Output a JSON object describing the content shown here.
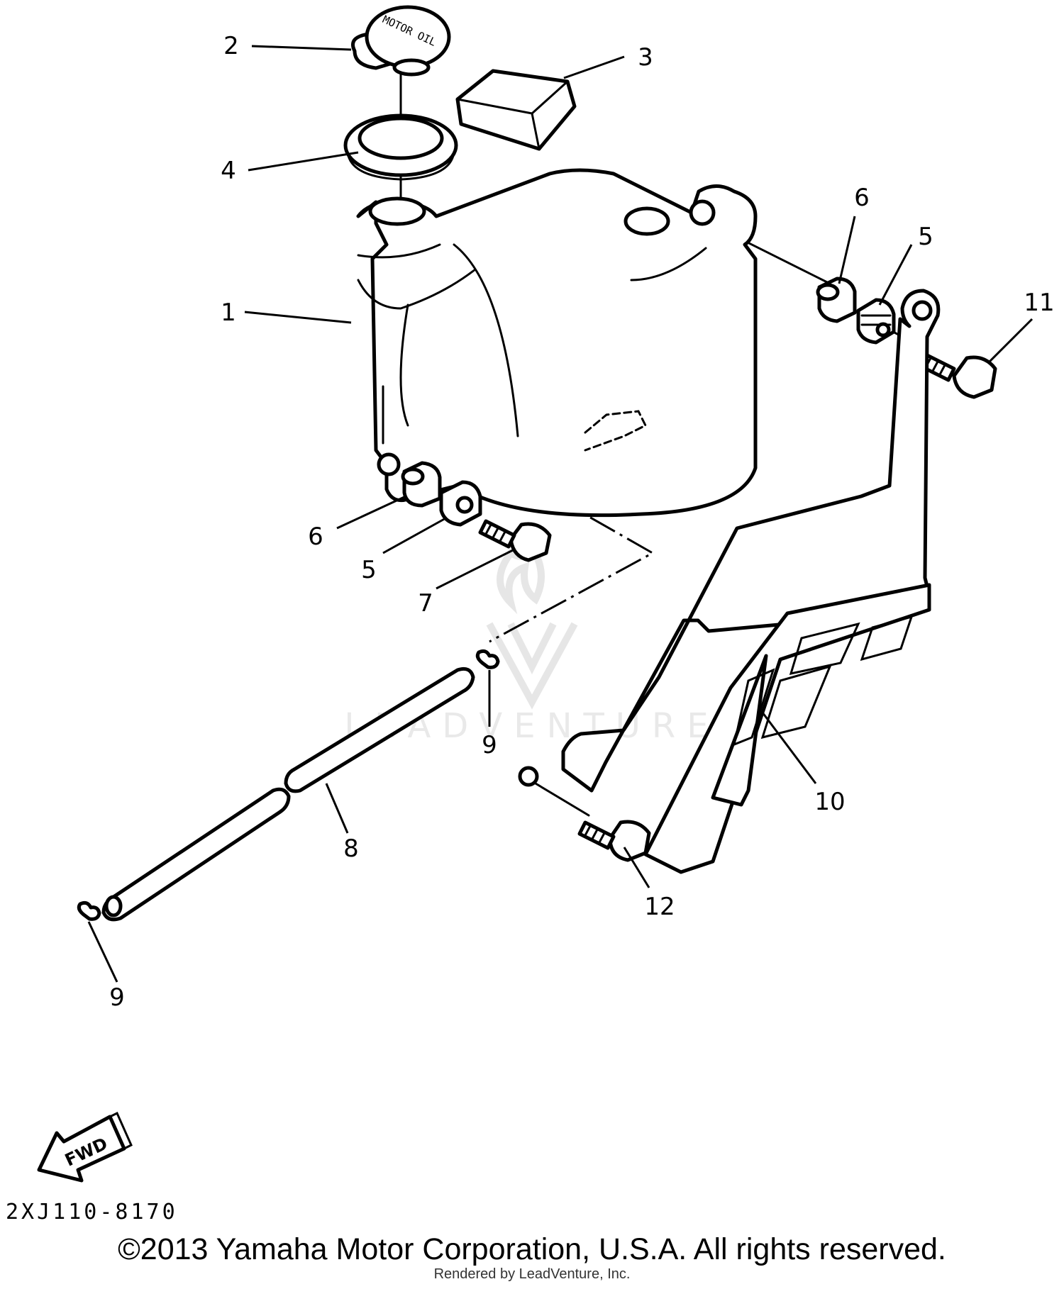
{
  "diagram": {
    "callouts": [
      {
        "id": "c1",
        "label": "1"
      },
      {
        "id": "c2",
        "label": "2"
      },
      {
        "id": "c3",
        "label": "3"
      },
      {
        "id": "c4",
        "label": "4"
      },
      {
        "id": "c5a",
        "label": "5"
      },
      {
        "id": "c6a",
        "label": "6"
      },
      {
        "id": "c11",
        "label": "11"
      },
      {
        "id": "c6b",
        "label": "6"
      },
      {
        "id": "c5b",
        "label": "5"
      },
      {
        "id": "c7",
        "label": "7"
      },
      {
        "id": "c9a",
        "label": "9"
      },
      {
        "id": "c10",
        "label": "10"
      },
      {
        "id": "c8",
        "label": "8"
      },
      {
        "id": "c12",
        "label": "12"
      },
      {
        "id": "c9b",
        "label": "9"
      }
    ],
    "cap_text": "MOTOR OIL",
    "fwd_label": "FWD",
    "watermark_text": "LEADVENTURE"
  },
  "footer": {
    "diagram_code": "2XJ110-8170",
    "copyright": "©2013 Yamaha Motor Corporation, U.S.A. All rights reserved.",
    "rendered_by": "Rendered by LeadVenture, Inc."
  }
}
